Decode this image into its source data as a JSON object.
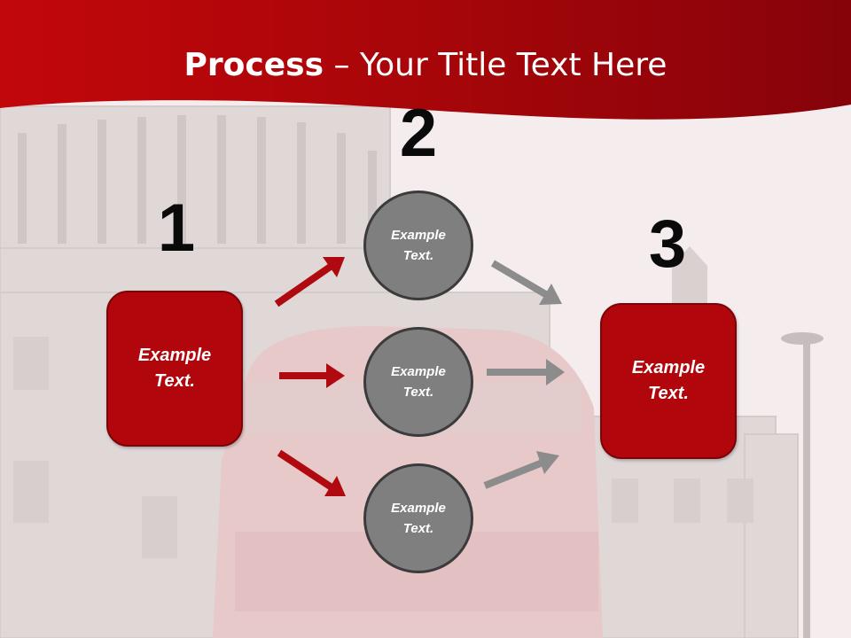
{
  "title": {
    "bold": "Process",
    "rest": " – Your Title Text Here"
  },
  "steps": [
    {
      "number": "1",
      "text": "Example\nText."
    },
    {
      "number": "2"
    },
    {
      "number": "3",
      "text": "Example\nText."
    }
  ],
  "circles": [
    {
      "text": "Example\nText."
    },
    {
      "text": "Example\nText."
    },
    {
      "text": "Example\nText."
    }
  ],
  "colors": {
    "header_red": "#a80608",
    "box_red": "#b1070c",
    "circle_gray": "#7f7f7f",
    "arrow_red": "#b00a10",
    "arrow_gray": "#8c8c8c"
  }
}
